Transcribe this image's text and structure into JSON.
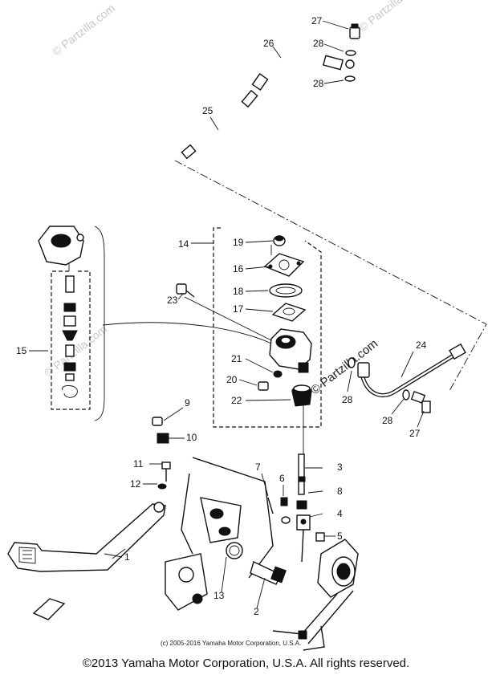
{
  "watermarks": [
    "© Partzilla.com",
    "© Partzilla.com",
    "© Partzilla.com",
    "© Partzilla.com"
  ],
  "inner_copyright": "(c) 2005-2016 Yamaha Motor Corporation, U.S.A.",
  "footer": "©2013 Yamaha Motor Corporation, U.S.A. All rights reserved.",
  "callouts": {
    "c1": "1",
    "c2": "2",
    "c3": "3",
    "c4": "4",
    "c5": "5",
    "c6": "6",
    "c7": "7",
    "c8": "8",
    "c9": "9",
    "c10": "10",
    "c11": "11",
    "c12": "12",
    "c13": "13",
    "c14": "14",
    "c15": "15",
    "c16": "16",
    "c17": "17",
    "c18": "18",
    "c19": "19",
    "c20": "20",
    "c21": "21",
    "c22": "22",
    "c23": "23",
    "c24": "24",
    "c25": "25",
    "c26": "26",
    "c27a": "27",
    "c27b": "27",
    "c28a": "28",
    "c28b": "28",
    "c28c": "28",
    "c28d": "28"
  }
}
